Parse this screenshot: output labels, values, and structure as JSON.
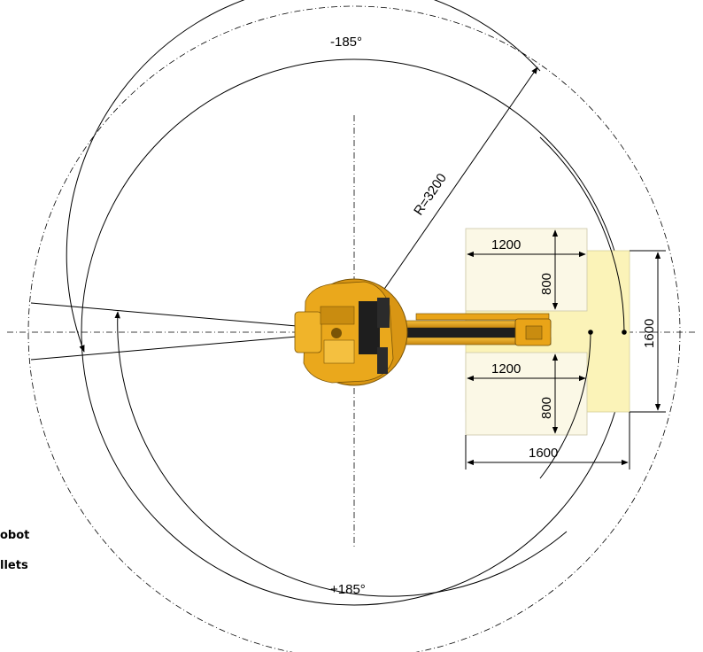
{
  "angles": {
    "top_label": "-185°",
    "bottom_label": "+185°"
  },
  "radius_label": "R=3200",
  "pallets": {
    "top": {
      "width_label": "1200",
      "depth_label": "800"
    },
    "bottom": {
      "width_label": "1200",
      "depth_label": "800"
    },
    "station_width_label": "1600",
    "station_height_label": "1600"
  },
  "side_note": {
    "line1": "obot",
    "line2": "llets"
  },
  "colors": {
    "pallet_fill": "#fbf8e6",
    "station_fill": "#fbf3b8",
    "robot_body": "#e9a418",
    "robot_dark": "#1e1e1e"
  }
}
